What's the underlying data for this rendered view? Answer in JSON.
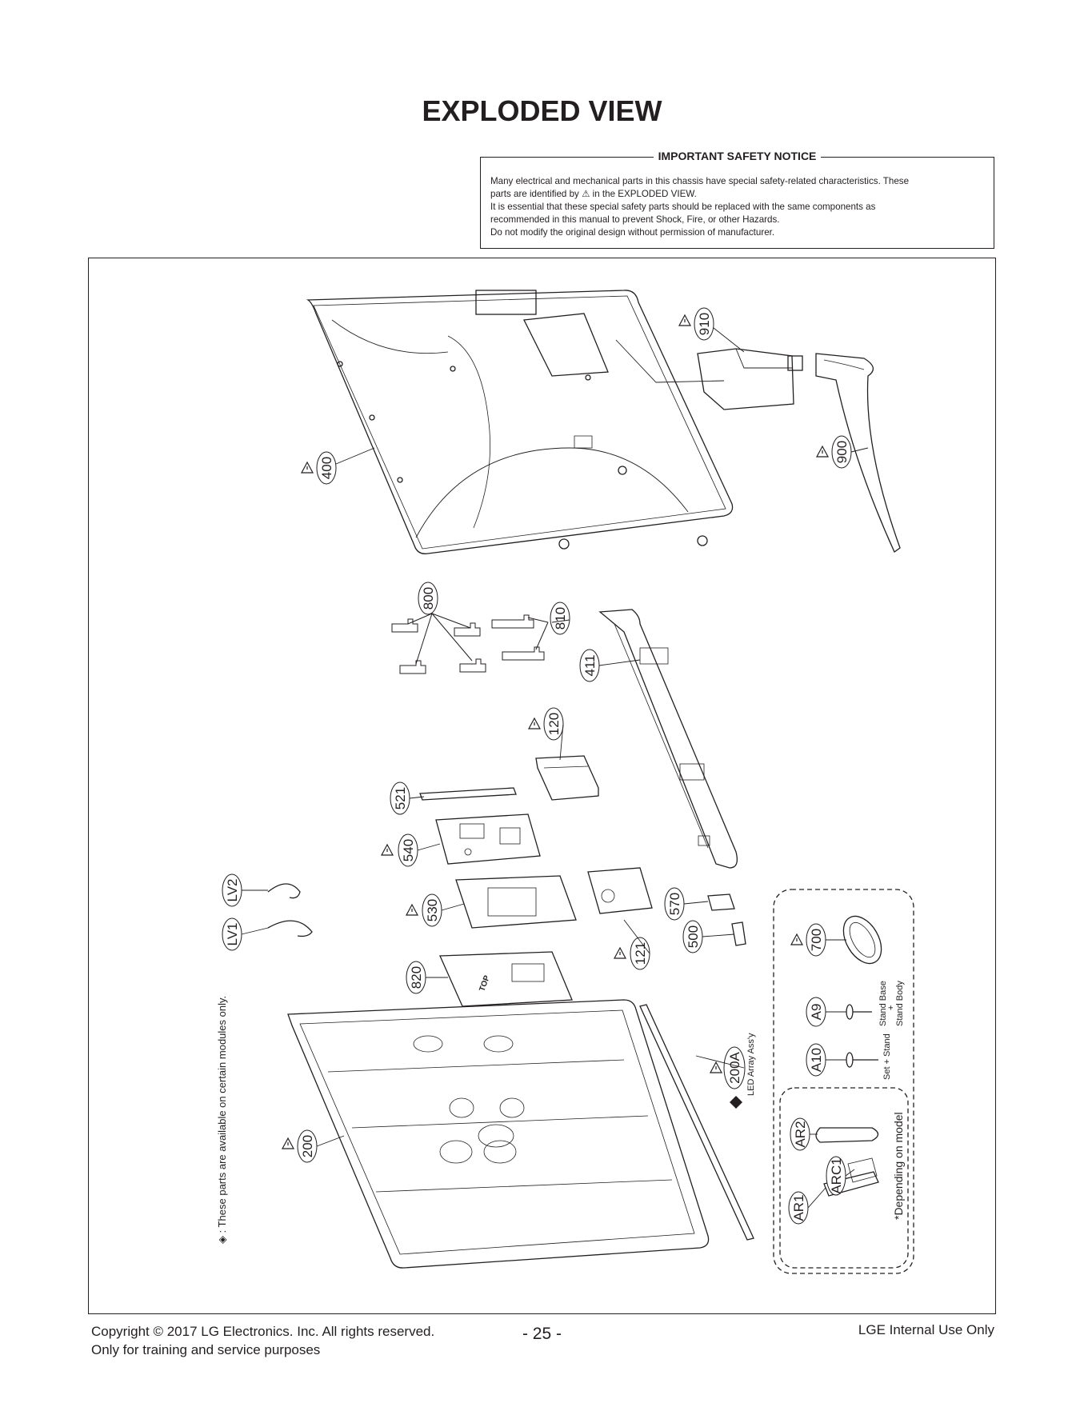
{
  "page": {
    "title": "EXPLODED VIEW",
    "page_number": "- 25 -",
    "footer": {
      "copyright": "Copyright  © 2017  LG Electronics. Inc. All rights reserved.",
      "training": "Only for training and service purposes",
      "internal": "LGE Internal Use Only"
    }
  },
  "notice": {
    "title": "IMPORTANT SAFETY NOTICE",
    "lines": [
      "Many electrical and mechanical parts in this chassis have special safety-related characteristics. These",
      "parts are identified by  ⚠  in the EXPLODED VIEW.",
      "It is essential that these special safety parts should be replaced with the same components as",
      "recommended in this manual to prevent Shock, Fire, or other Hazards.",
      "Do not modify the original design without permission of manufacturer."
    ]
  },
  "parts": {
    "p910": "910",
    "p900": "900",
    "p400": "400",
    "p800": "800",
    "p810": "810",
    "p411": "411",
    "p120": "120",
    "p521": "521",
    "p540": "540",
    "p530": "530",
    "p121": "121",
    "p570": "570",
    "p500": "500",
    "p820": "820",
    "p200": "200",
    "p200A": "200A",
    "p700": "700",
    "pA9": "A9",
    "pA10": "A10",
    "pAR2": "AR2",
    "pARC1": "ARC1",
    "pAR1": "AR1",
    "pLV1": "LV1",
    "pLV2": "LV2"
  },
  "labels": {
    "led_array": "LED Array Ass'y",
    "stand_base": "Stand Base",
    "plus": "+",
    "stand_body": "Stand Body",
    "set_stand": "Set + Stand",
    "depending": "*Depending on model",
    "modules_note": "◈ : These parts are available on certain modules only.",
    "top_mark": "TOP"
  }
}
